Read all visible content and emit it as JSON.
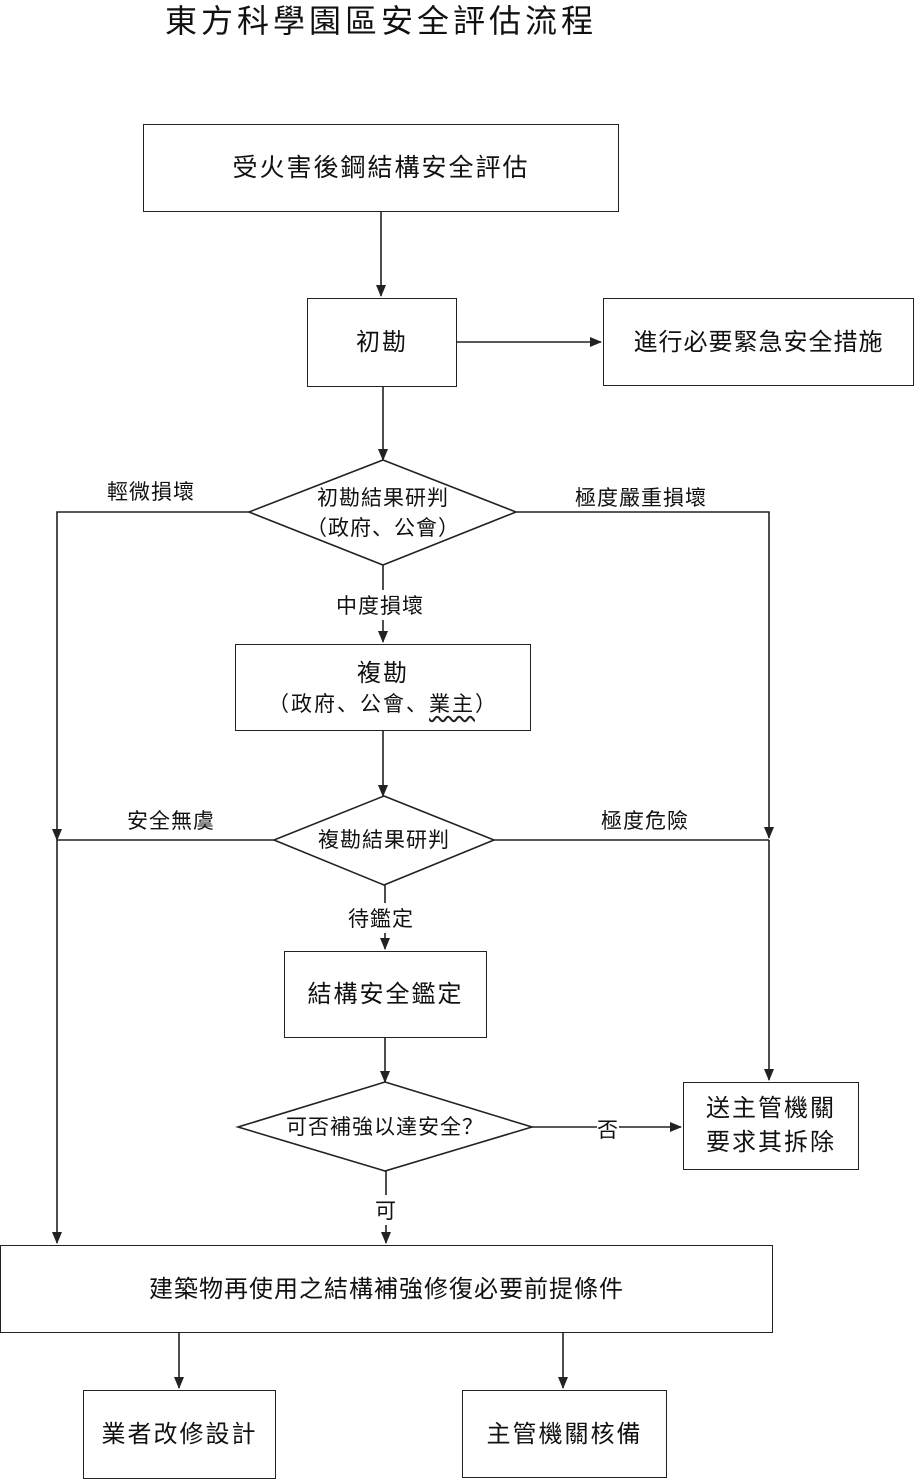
{
  "title": "東方科學園區安全評估流程",
  "nodes": {
    "start": "受火害後鋼結構安全評估",
    "initial_survey": "初勘",
    "emergency": "進行必要緊急安全措施",
    "decision1_line1": "初勘結果研判",
    "decision1_line2": "（政府、公會）",
    "resurvey_line1": "複勘",
    "resurvey_line2_prefix": "（政府、公會、",
    "resurvey_line2_owner": "業主",
    "resurvey_line2_suffix": "）",
    "decision2": "複勘結果研判",
    "structural_appraisal": "結構安全鑑定",
    "decision3": "可否補強以達安全？",
    "demolish_line1": "送主管機關",
    "demolish_line2": "要求其拆除",
    "reuse": "建築物再使用之結構補強修復必要前提條件",
    "owner_design": "業者改修設計",
    "authority_approval": "主管機關核備"
  },
  "edges": {
    "minor_damage": "輕微損壞",
    "severe_damage": "極度嚴重損壞",
    "moderate_damage": "中度損壞",
    "safe": "安全無虞",
    "extreme_danger": "極度危險",
    "pending_appraisal": "待鑑定",
    "no": "否",
    "yes": "可"
  }
}
